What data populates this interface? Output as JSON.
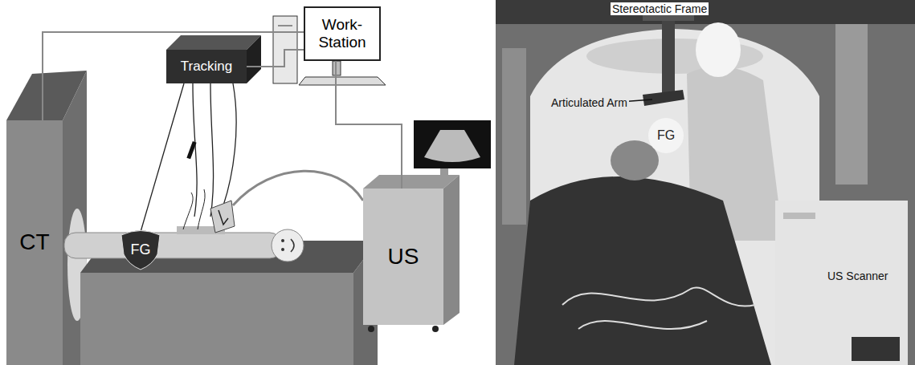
{
  "diagram": {
    "nodes": [
      {
        "text": [
          "CT"
        ]
      },
      {
        "text": [
          "Tracking"
        ]
      },
      {
        "text": [
          "Work-Station"
        ]
      },
      {
        "text": [
          "FG"
        ]
      },
      {
        "text": [
          "US"
        ]
      },
      {
        "text": [
          "FG"
        ]
      }
    ],
    "edges": [
      {
        "from": 0,
        "to": 2,
        "arrow": "none"
      },
      {
        "from": 1,
        "to": 2,
        "arrow": "none"
      },
      {
        "from": 1,
        "to": 3,
        "arrow": "none"
      },
      {
        "from": 2,
        "to": 4,
        "arrow": "none"
      }
    ],
    "labels": [
      "Stereotactic Frame",
      "Articulated Arm",
      "US Scanner"
    ]
  }
}
